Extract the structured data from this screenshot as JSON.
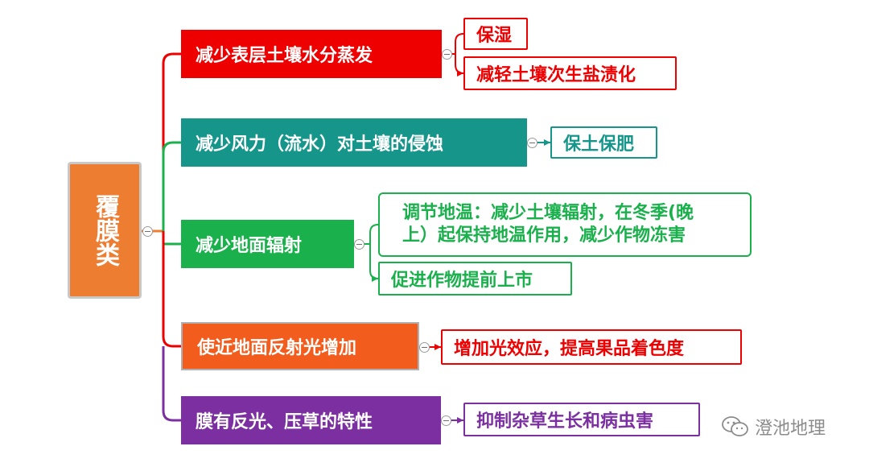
{
  "root": {
    "label": "覆膜类",
    "color": "#ec7d31"
  },
  "branches": [
    {
      "label": "减少表层土壤水分蒸发",
      "color": "#ee0000",
      "leaves": [
        {
          "label": "保湿"
        },
        {
          "label": "减轻土壤次生盐渍化"
        }
      ]
    },
    {
      "label": "减少风力（流水）对土壤的侵蚀",
      "color": "#16958a",
      "leaves": [
        {
          "label": "保土保肥"
        }
      ]
    },
    {
      "label": "减少地面辐射",
      "color": "#1ab04c",
      "leaves": [
        {
          "line1": "调节地温：减少土壤辐射，在冬季(晚",
          "line2": "上）起保持地温作用，减少作物冻害"
        },
        {
          "label": "促进作物提前上市"
        }
      ]
    },
    {
      "label": "使近地面反射光增加",
      "color": "#f25c1c",
      "leaves": [
        {
          "label": "增加光效应，提高果品着色度"
        }
      ]
    },
    {
      "label": "膜有反光、压草的特性",
      "color": "#7b2fa0",
      "leaves": [
        {
          "label": "抑制杂草生长和病虫害"
        }
      ]
    }
  ],
  "watermark": {
    "text": "澄池地理",
    "icon": "wechat-icon"
  }
}
